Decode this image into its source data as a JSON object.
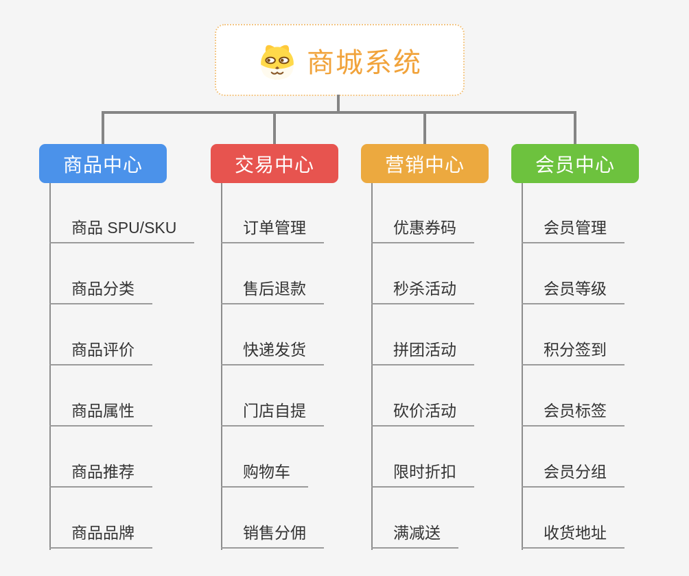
{
  "page": {
    "background_color": "#f5f5f5",
    "connector_color": "#858585",
    "underline_color": "#9a9a9a",
    "item_text_color": "#333333"
  },
  "root": {
    "title": "商城系统",
    "title_color": "#f1a33b",
    "border_color": "#f2c583",
    "icon": "shiba-dog-icon"
  },
  "branches": [
    {
      "label": "商品中心",
      "color": "#4b92ea",
      "items": [
        "商品 SPU/SKU",
        "商品分类",
        "商品评价",
        "商品属性",
        "商品推荐",
        "商品品牌"
      ]
    },
    {
      "label": "交易中心",
      "color": "#e7544f",
      "items": [
        "订单管理",
        "售后退款",
        "快递发货",
        "门店自提",
        "购物车",
        "销售分佣"
      ]
    },
    {
      "label": "营销中心",
      "color": "#eca93f",
      "items": [
        "优惠券码",
        "秒杀活动",
        "拼团活动",
        "砍价活动",
        "限时折扣",
        "满减送"
      ]
    },
    {
      "label": "会员中心",
      "color": "#6dc23e",
      "items": [
        "会员管理",
        "会员等级",
        "积分签到",
        "会员标签",
        "会员分组",
        "收货地址"
      ]
    }
  ]
}
